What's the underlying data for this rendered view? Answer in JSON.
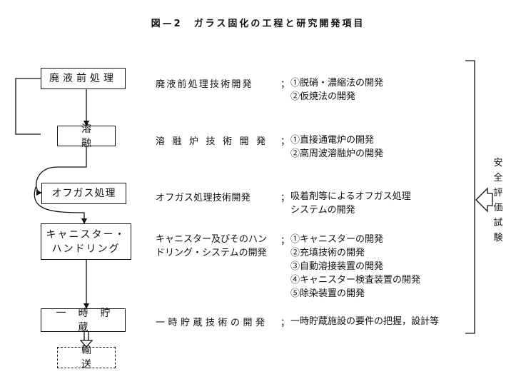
{
  "title": "図—2　ガラス固化の工程と研究開発項目",
  "boxes": {
    "b1": "廃液前処理",
    "b2": "溶融",
    "b3": "オフガス処理",
    "b4_l1": "キャニスター・",
    "b4_l2": "ハンドリング",
    "b5": "一時貯蔵",
    "b6": "輸送"
  },
  "rows": {
    "r1": {
      "category": "廃液前処理技術開発",
      "items": [
        "①脱硝・濃縮法の開発",
        "②仮焼法の開発"
      ]
    },
    "r2": {
      "category": "溶融炉技術開発",
      "items": [
        "①直接通電炉の開発",
        "②高周波溶融炉の開発"
      ]
    },
    "r3": {
      "category": "オフガス処理技術開発",
      "items": [
        "吸着剤等によるオフガス処理",
        "システムの開発"
      ]
    },
    "r4": {
      "category_l1": "キャニスター及びそのハン",
      "category_l2": "ドリング・システムの開発",
      "items": [
        "①キャニスターの開発",
        "②充填技術の開発",
        "③自動溶接装置の開発",
        "④キャニスター検査装置の開発",
        "⑤除染装置の開発"
      ]
    },
    "r5": {
      "category": "一時貯蔵技術の開発",
      "items": [
        "一時貯蔵施設の要件の把握，設計等"
      ]
    }
  },
  "separator": "；",
  "side_label": [
    "安",
    "全",
    "評",
    "価",
    "試",
    "験"
  ]
}
